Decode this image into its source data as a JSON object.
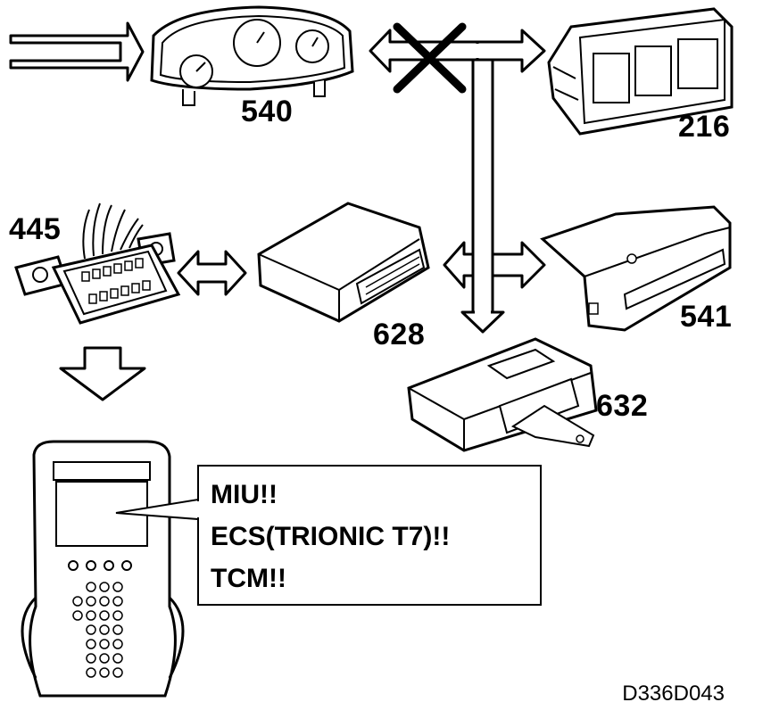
{
  "labels": {
    "instrument_cluster": "540",
    "climate_panel": "216",
    "diagnostic_connector": "445",
    "ecm": "628",
    "display_unit": "541",
    "tcm": "632"
  },
  "message_box": {
    "lines": [
      "MIU!!",
      "ECS(TRIONIC T7)!!",
      "TCM!!"
    ]
  },
  "figure_code": "D336D043"
}
